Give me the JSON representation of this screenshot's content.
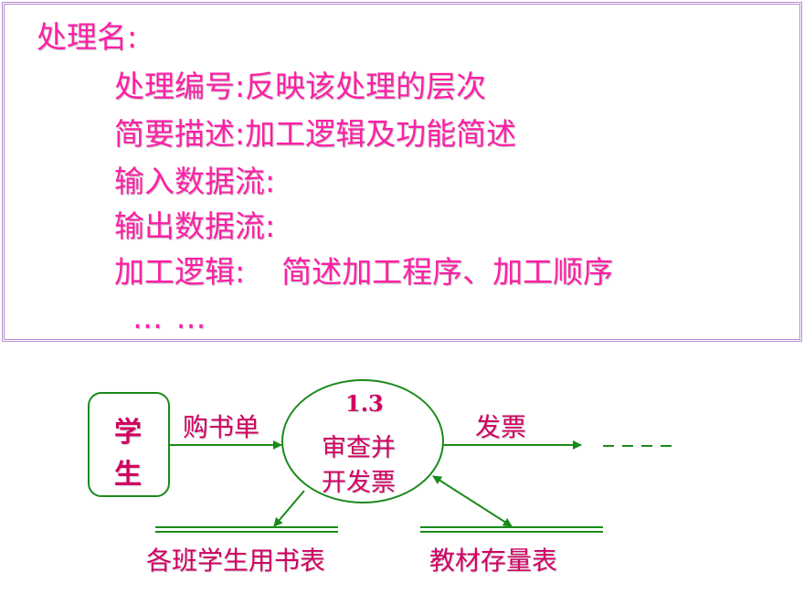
{
  "definition": {
    "heading": "处理名:",
    "lines": [
      "处理编号:反映该处理的层次",
      "简要描述:加工逻辑及功能简述",
      "输入数据流:",
      "输出数据流:",
      "加工逻辑:"
    ],
    "logic_detail": "简述加工程序、加工顺序",
    "ellipsis": "…  …"
  },
  "dfd": {
    "external_entity": [
      "学",
      "生"
    ],
    "input_flow": "购书单",
    "process": {
      "number": "1.3",
      "name_line1": "审查并",
      "name_line2": "开发票"
    },
    "output_flow": "发票",
    "store_left": "各班学生用书表",
    "store_right": "教材存量表",
    "colors": {
      "shape_stroke": "#1a8a1a",
      "text": "#d10062",
      "definition_text": "#ff1fa6",
      "box_border": "#b98ccf"
    }
  }
}
